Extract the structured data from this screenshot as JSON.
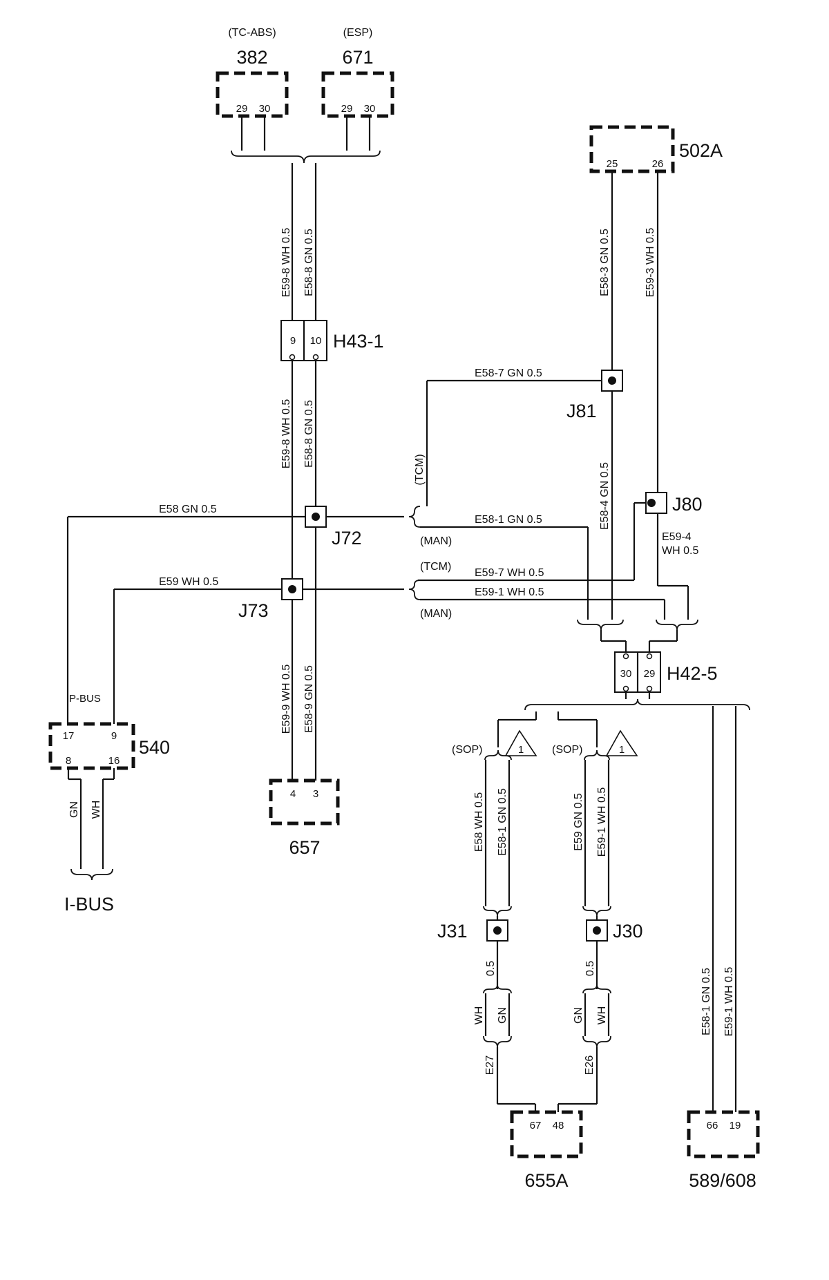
{
  "modules": {
    "m382": {
      "number": "382",
      "note": "(TC-ABS)",
      "pins": [
        "29",
        "30"
      ]
    },
    "m671": {
      "number": "671",
      "note": "(ESP)",
      "pins": [
        "29",
        "30"
      ]
    },
    "m502a": {
      "number": "502A",
      "pins": [
        "25",
        "26"
      ]
    },
    "m540": {
      "number": "540",
      "pins": [
        "17",
        "9",
        "8",
        "16"
      ],
      "pbus": "P-BUS"
    },
    "m657": {
      "number": "657",
      "pins": [
        "4",
        "3"
      ]
    },
    "m655a": {
      "number": "655A",
      "pins": [
        "67",
        "48"
      ]
    },
    "m589": {
      "number": "589/608",
      "pins": [
        "66",
        "19"
      ]
    }
  },
  "connectors": {
    "h43": {
      "name": "H43-1",
      "pins": [
        "9",
        "10"
      ]
    },
    "h42": {
      "name": "H42-5",
      "pins": [
        "30",
        "29"
      ]
    }
  },
  "joints": {
    "j72": "J72",
    "j73": "J73",
    "j80": "J80",
    "j81": "J81",
    "j30": "J30",
    "j31": "J31"
  },
  "wires": {
    "w_e59_8_top": "E59-8  WH  0.5",
    "w_e58_8_top": "E58-8  GN  0.5",
    "w_e59_8_mid": "E59-8  WH  0.5",
    "w_e58_8_mid": "E58-8  GN  0.5",
    "w_e59_9": "E59-9  WH  0.5",
    "w_e58_9": "E58-9  GN  0.5",
    "w_e58": "E58   GN   0.5",
    "w_e59": "E59   WH   0.5",
    "w_e58_3": "E58-3  GN  0.5",
    "w_e59_3": "E59-3  WH  0.5",
    "w_e58_7": "E58-7  GN  0.5",
    "w_e58_4": "E58-4  GN  0.5",
    "w_e59_4a": "E59-4",
    "w_e59_4b": "WH  0.5",
    "w_e58_1": "E58-1  GN  0.5",
    "w_e59_7": "E59-7  WH  0.5",
    "w_e59_1": "E59-1  WH  0.5",
    "w_j31_left": "E58  WH  0.5",
    "w_j31_right": "E58-1  GN  0.5",
    "w_j30_left": "E59  GN  0.5",
    "w_j30_right": "E59-1  WH  0.5",
    "w_j31_below": "0.5",
    "w_j30_below": "0.5",
    "w_j31_wh": "WH",
    "w_j31_gn": "GN",
    "w_j30_gn": "GN",
    "w_j30_wh": "WH",
    "w_e27": "E27",
    "w_e26": "E26",
    "w_e58_1_r": "E58-1  GN  0.5",
    "w_e59_1_r": "E59-1  WH  0.5",
    "w_ibus_gn": "GN",
    "w_ibus_wh": "WH"
  },
  "variants": {
    "tcm1": "(TCM)",
    "man1": "(MAN)",
    "tcm2": "(TCM)",
    "man2": "(MAN)",
    "sop1": "(SOP)",
    "sop2": "(SOP)",
    "tri1": "1",
    "tri2": "1"
  },
  "bus": {
    "ibus": "I-BUS"
  }
}
